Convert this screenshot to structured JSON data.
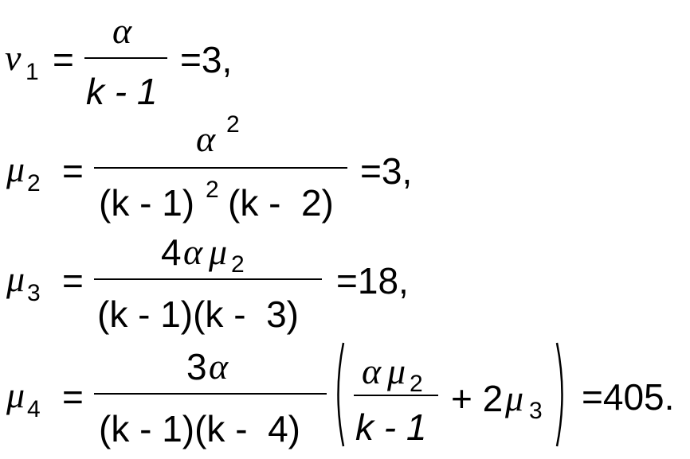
{
  "equations": [
    {
      "lhs_symbol": "ν",
      "lhs_index": "1",
      "eq": "=",
      "numerator": "α",
      "denominator": "k - 1",
      "result": "=3,"
    },
    {
      "lhs_symbol": "μ",
      "lhs_index": "2",
      "eq": "=",
      "numerator_symbol": "α",
      "numerator_exp": "2",
      "den_part1": "(k - 1)",
      "den_exp": "2",
      "den_part2": "(k -  2)",
      "result": "=3,"
    },
    {
      "lhs_symbol": "μ",
      "lhs_index": "3",
      "eq": "=",
      "numerator_coef": "4",
      "numerator_alpha": "α",
      "numerator_mu": "μ",
      "numerator_mu_index": "2",
      "denominator": "(k - 1)(k -  3)",
      "result": "=18,"
    },
    {
      "lhs_symbol": "μ",
      "lhs_index": "4",
      "eq": "=",
      "numerator_coef": "3",
      "numerator_alpha": "α",
      "denominator": "(k - 1)(k -  4)",
      "inner_num_alpha": "α",
      "inner_num_mu": "μ",
      "inner_num_mu_index": "2",
      "inner_den": "k - 1",
      "plus_term": "+ 2",
      "plus_mu": "μ",
      "plus_mu_index": "3",
      "result": "=405."
    }
  ]
}
